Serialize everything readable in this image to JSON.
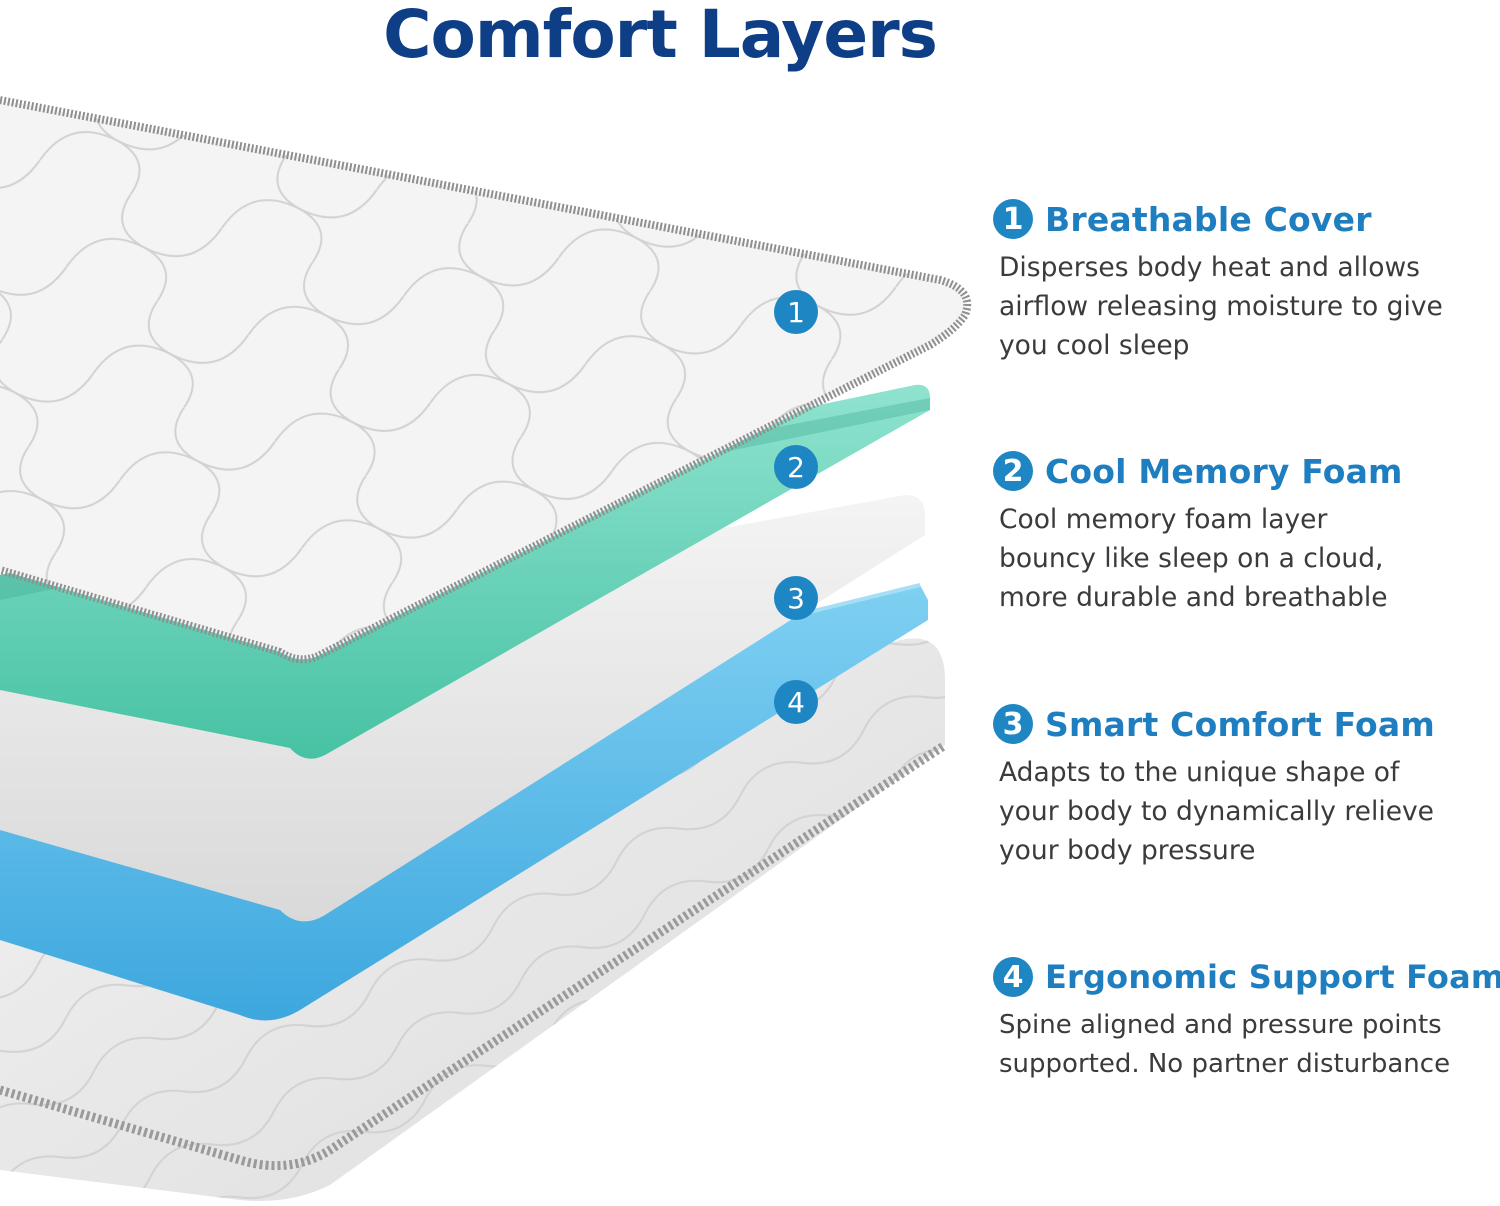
{
  "page": {
    "title": "Comfort Layers"
  },
  "colors": {
    "title": "#0d3e86",
    "accent": "#1f86c4",
    "heading": "#1f7ebf",
    "body_text": "#3b3b3b",
    "cover": "#f3f3f3",
    "binding": "#8f8f8f",
    "cool_foam": "#62d3b8",
    "comfort_foam": "#e9e9e9",
    "support_foam": "#5ab7e6"
  },
  "markers": [
    "1",
    "2",
    "3",
    "4"
  ],
  "features": [
    {
      "number": "1",
      "title": "Breathable Cover",
      "lines": [
        "Disperses body heat and allows",
        "airflow releasing moisture to give",
        "you cool sleep"
      ]
    },
    {
      "number": "2",
      "title": "Cool Memory Foam",
      "lines": [
        "Cool memory foam layer",
        "bouncy like sleep on a cloud,",
        "more durable and breathable"
      ]
    },
    {
      "number": "3",
      "title": "Smart Comfort Foam",
      "lines": [
        "Adapts to the unique shape of",
        "your body to dynamically relieve",
        "your body pressure"
      ]
    },
    {
      "number": "4",
      "title": "Ergonomic Support Foam",
      "lines": [
        "Spine aligned and pressure points",
        "supported. No partner disturbance"
      ]
    }
  ]
}
